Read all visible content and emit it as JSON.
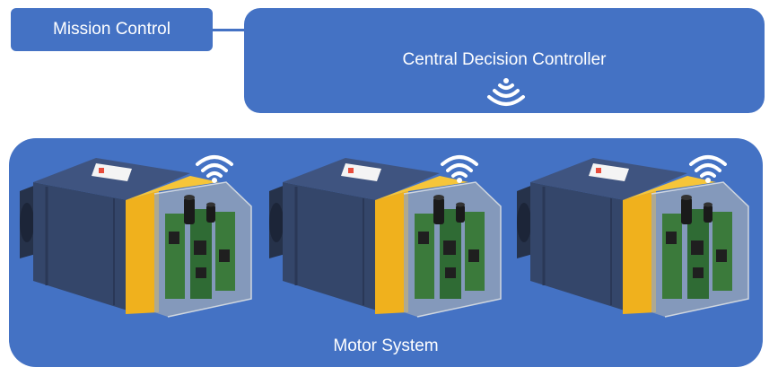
{
  "mission_control": {
    "label": "Mission Control"
  },
  "central_controller": {
    "label": "Central Decision Controller",
    "icon": "wireless-signal-icon"
  },
  "motor_system": {
    "label": "Motor System",
    "motors": [
      {
        "icon": "wireless-signal-icon"
      },
      {
        "icon": "wireless-signal-icon"
      },
      {
        "icon": "wireless-signal-icon"
      }
    ]
  },
  "colors": {
    "box_fill": "#4472c4",
    "motor_body": "#2f3e5c",
    "motor_band": "#f0b11d",
    "pcb": "#3b7a3b",
    "text": "#ffffff"
  }
}
